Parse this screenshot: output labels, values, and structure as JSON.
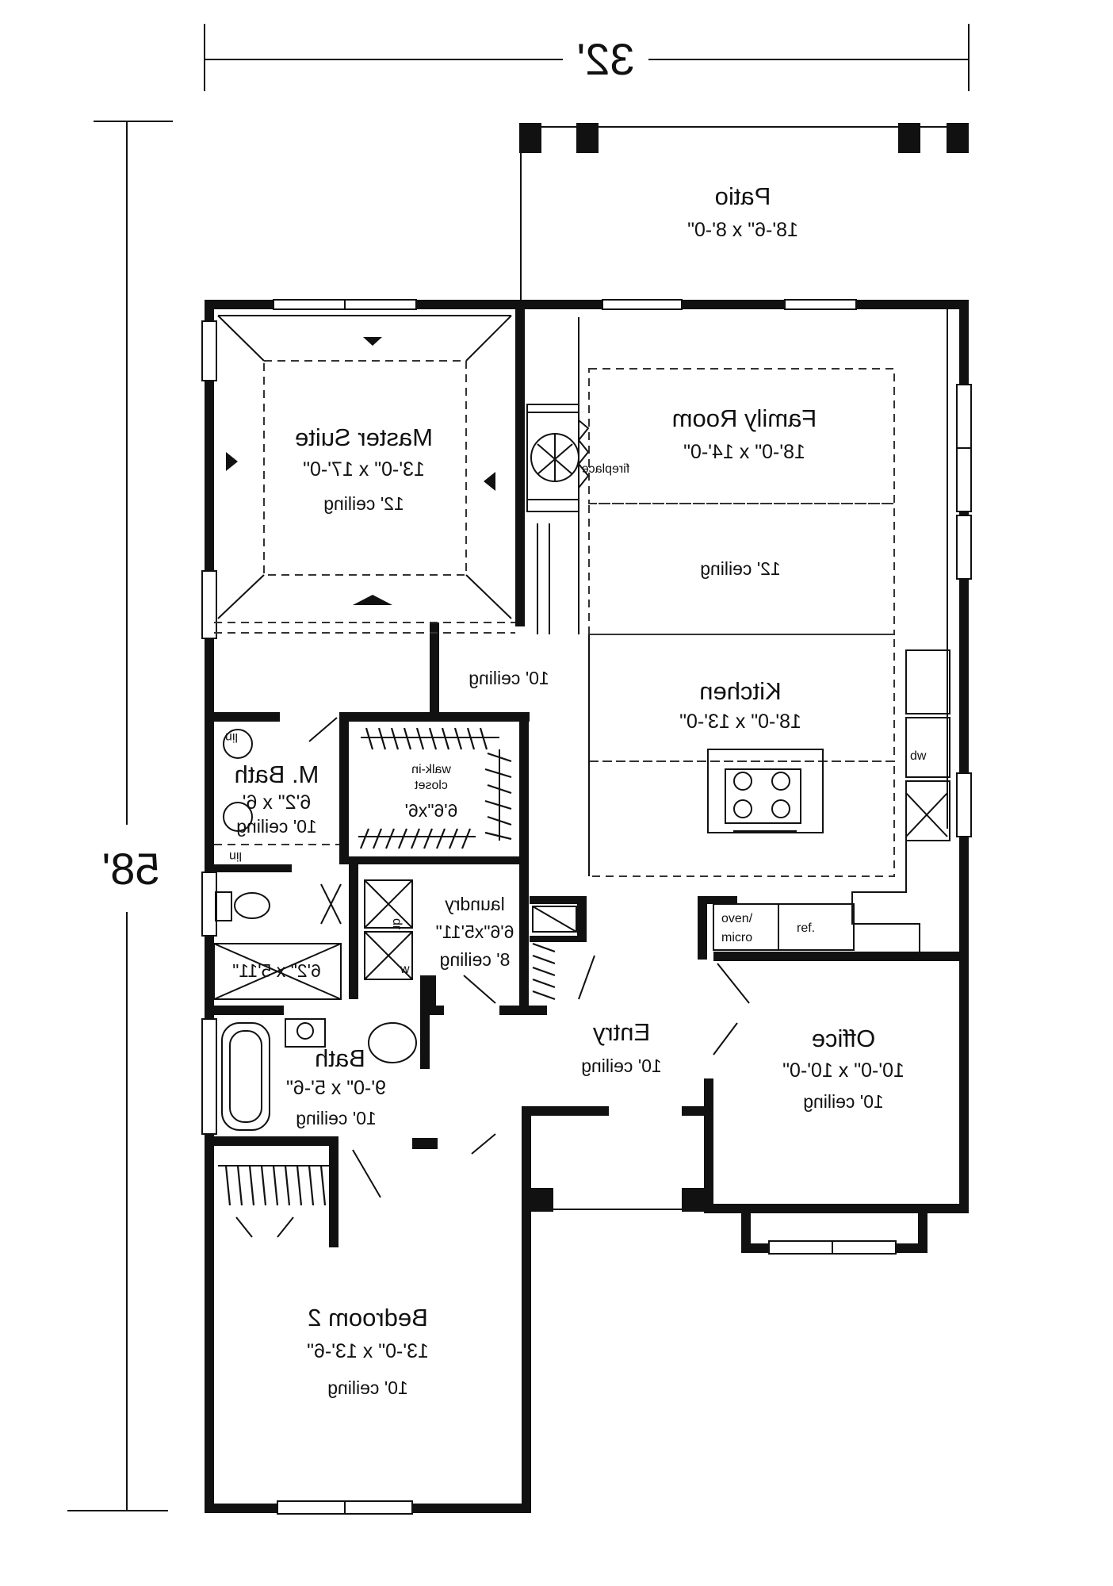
{
  "plan": {
    "dimensions": {
      "width": "32'",
      "depth": "58'"
    },
    "rooms": {
      "patio": {
        "name": "Patio",
        "size": "18'-6\" x 8'-0\""
      },
      "master_suite": {
        "name": "Master Suite",
        "size": "13'-0\" x 17'-0\"",
        "ceiling": "12' ceiling"
      },
      "family_room": {
        "name": "Family Room",
        "size": "18'-0\" x 14'-0\"",
        "ceiling": "12' ceiling"
      },
      "fireplace": {
        "label": "fireplace"
      },
      "hall": {
        "ceiling": "10' ceiling"
      },
      "kitchen": {
        "name": "Kitchen",
        "size": "18'-0\" x 13'-0\""
      },
      "master_bath": {
        "name": "M. Bath",
        "size": "6'2\" x 6'",
        "ceiling": "10' ceiling"
      },
      "walk_in_closet": {
        "name": "walk-in",
        "name2": "closet",
        "size": "6'6\"x6'"
      },
      "laundry": {
        "name": "laundry",
        "size": "6'6\"x5'11\"",
        "ceiling": "8' ceiling"
      },
      "shower": {
        "size": "6'2\" x 5'11\""
      },
      "bath": {
        "name": "Bath",
        "size": "9'-0\" x 5'-6\"",
        "ceiling": "10' ceiling"
      },
      "entry": {
        "name": "Entry",
        "ceiling": "10' ceiling"
      },
      "office": {
        "name": "Office",
        "size": "10'-0\" x 10'-0\"",
        "ceiling": "10' ceiling"
      },
      "bedroom2": {
        "name": "Bedroom 2",
        "size": "13'-0\" x 13'-6\"",
        "ceiling": "10' ceiling"
      }
    },
    "fixtures": {
      "oven_micro": {
        "line1": "oven/",
        "line2": "micro"
      },
      "ref": "ref.",
      "dw": "dw",
      "dryer": "dr",
      "washer": "w",
      "lin_1": "lin",
      "lin_2": "lin"
    }
  }
}
